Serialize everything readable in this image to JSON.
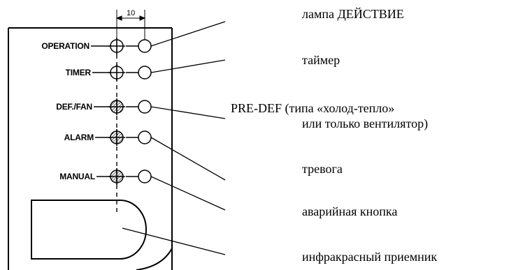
{
  "dimension": {
    "value": "10"
  },
  "panel": {
    "indicators": [
      {
        "label": "OPERATION",
        "icon": "crosshair-circle-icon"
      },
      {
        "label": "TIMER",
        "icon": "crosshair-circle-icon"
      },
      {
        "label": "DEF./FAN",
        "icon": "hatched-crosshair-icon"
      },
      {
        "label": "ALARM",
        "icon": "hatched-crosshair-icon"
      },
      {
        "label": "MANUAL",
        "icon": "hatched-crosshair-icon"
      }
    ]
  },
  "callouts": {
    "operation": "лампа ДЕЙСТВИЕ",
    "timer": "таймер",
    "predef_line1": "PRE-DEF (типа «холод-тепло»",
    "predef_line2": "или только вентилятор)",
    "alarm": "тревога",
    "manual": "аварийная кнопка",
    "receiver": "инфракрасный приемник"
  }
}
